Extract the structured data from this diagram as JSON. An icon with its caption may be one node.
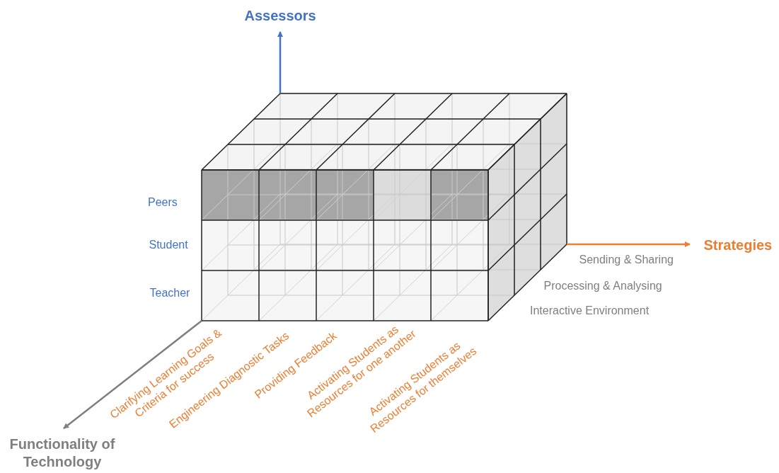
{
  "diagram": {
    "labels": [
      "Assessors",
      "Peers",
      "Student",
      "Teacher",
      "Strategies",
      "Sending & Sharing",
      "Processing & Analysing",
      "Interactive Environment",
      "Clarifying Learning Goals & Criteria for success",
      "Engineering Diagnostic Tasks",
      "Providing Feedback",
      "Activating Students as Resources for one another",
      "Activating Students as Resources for themselves",
      "Functionality of Technology"
    ]
  }
}
